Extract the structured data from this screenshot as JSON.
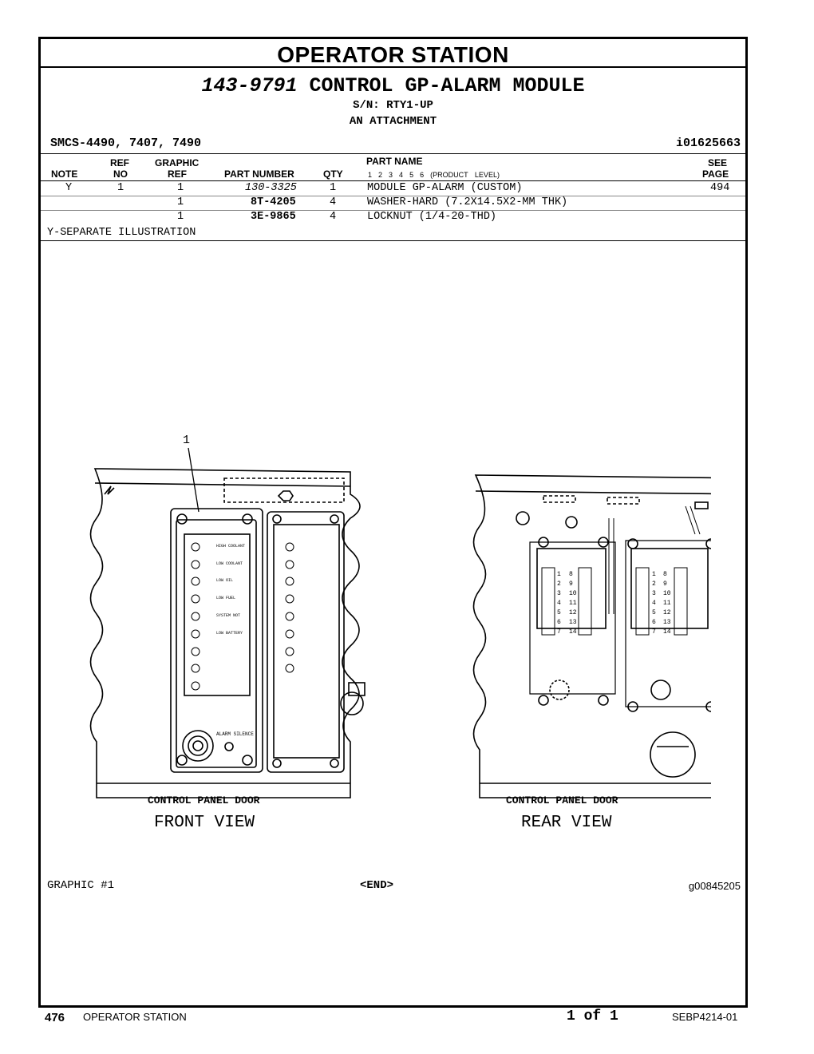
{
  "section": "OPERATOR STATION",
  "title": {
    "part_number": "143-9791",
    "name": "CONTROL GP-ALARM MODULE"
  },
  "serial": "S/N: RTY1-UP",
  "attachment": "AN ATTACHMENT",
  "smcs": "SMCS-4490, 7407, 7490",
  "doc_id": "i01625663",
  "table": {
    "headers": {
      "note": "NOTE",
      "ref_top": "REF",
      "ref_bottom": "NO",
      "graphic_top": "GRAPHIC",
      "graphic_bottom": "REF",
      "part_number": "PART NUMBER",
      "qty": "QTY",
      "part_name": "PART NAME",
      "levels": [
        "1",
        "2",
        "3",
        "4",
        "5",
        "6"
      ],
      "product_level": "(PRODUCT LEVEL)",
      "see_top": "SEE",
      "see_bottom": "PAGE"
    },
    "rows": [
      {
        "note": "Y",
        "ref": "1",
        "graphic": "1",
        "part": "130-3325",
        "qty": "1",
        "name": "MODULE GP-ALARM (CUSTOM)",
        "page": "494"
      },
      {
        "note": "",
        "ref": "",
        "graphic": "1",
        "part": "8T-4205",
        "qty": "4",
        "name": "WASHER-HARD (7.2X14.5X2-MM THK)",
        "page": ""
      },
      {
        "note": "",
        "ref": "",
        "graphic": "1",
        "part": "3E-9865",
        "qty": "4",
        "name": "LOCKNUT (1/4-20-THD)",
        "page": ""
      }
    ]
  },
  "footnote": "Y-SEPARATE ILLUSTRATION",
  "illustration": {
    "callout": "1",
    "front_caption_1": "CONTROL PANEL DOOR",
    "front_caption_2": "FRONT VIEW",
    "rear_caption_1": "CONTROL PANEL DOOR",
    "rear_caption_2": "REAR VIEW",
    "alarm_label": "ALARM SILENCE",
    "terminal_left": [
      "1",
      "2",
      "3",
      "4",
      "5",
      "6",
      "7"
    ],
    "terminal_right": [
      "8",
      "9",
      "10",
      "11",
      "12",
      "13",
      "14"
    ]
  },
  "graphic_label": "GRAPHIC #1",
  "end_mark": "<END>",
  "graphic_id": "g00845205",
  "footer": {
    "page": "476",
    "section": "OPERATOR STATION",
    "of": "1 of 1",
    "doc": "SEBP4214-01"
  }
}
